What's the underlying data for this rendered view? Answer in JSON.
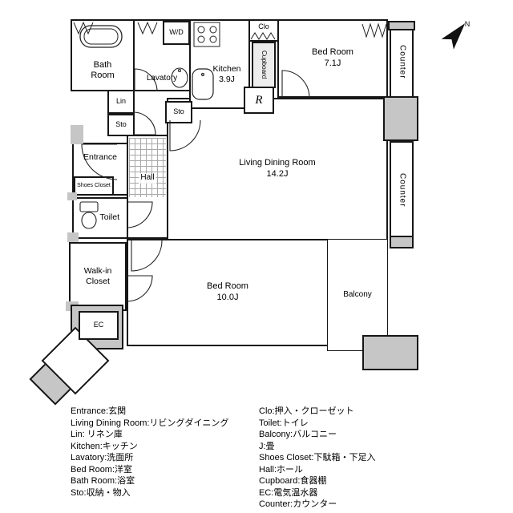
{
  "compass": {
    "label": "N"
  },
  "rooms": {
    "bath": {
      "line1": "Bath",
      "line2": "Room"
    },
    "lavatory": {
      "line1": "Lavatory"
    },
    "wd": {
      "line1": "W/D"
    },
    "kitchen": {
      "line1": "Kitchen",
      "line2": "3.9J"
    },
    "clo": {
      "line1": "Clo"
    },
    "cupboard": {
      "line1": "Cupboard"
    },
    "fridge": {
      "line1": "R"
    },
    "bedroom1": {
      "line1": "Bed Room",
      "line2": "7.1J"
    },
    "counter1": {
      "line1": "Counter"
    },
    "counter2": {
      "line1": "Counter"
    },
    "lin": {
      "line1": "Lin"
    },
    "sto1": {
      "line1": "Sto"
    },
    "sto2": {
      "line1": "Sto"
    },
    "entrance": {
      "line1": "Entrance"
    },
    "shoes_closet": {
      "line1": "Shoes Closet"
    },
    "hall": {
      "line1": "Hall"
    },
    "living": {
      "line1": "Living Dining Room",
      "line2": "14.2J"
    },
    "toilet": {
      "line1": "Toilet"
    },
    "wic": {
      "line1": "Walk-in",
      "line2": "Closet"
    },
    "bedroom2": {
      "line1": "Bed Room",
      "line2": "10.0J"
    },
    "balcony": {
      "line1": "Balcony"
    },
    "ec": {
      "line1": "EC"
    }
  },
  "legend": {
    "left": [
      "Entrance:玄関",
      "Living Dining Room:リビングダイニング",
      "Lin: リネン庫",
      "Kitchen:キッチン",
      "Lavatory:洗面所",
      "Bed Room:洋室",
      "Bath Room:浴室",
      "Sto:収納・物入"
    ],
    "right": [
      "Clo:押入・クローゼット",
      "Toilet:トイレ",
      "Balcony:バルコニー",
      "J:畳",
      "Shoes Closet:下駄箱・下足入",
      "Hall:ホール",
      "Cupboard:食器棚",
      "EC:電気温水器",
      "Counter:カウンター"
    ]
  }
}
